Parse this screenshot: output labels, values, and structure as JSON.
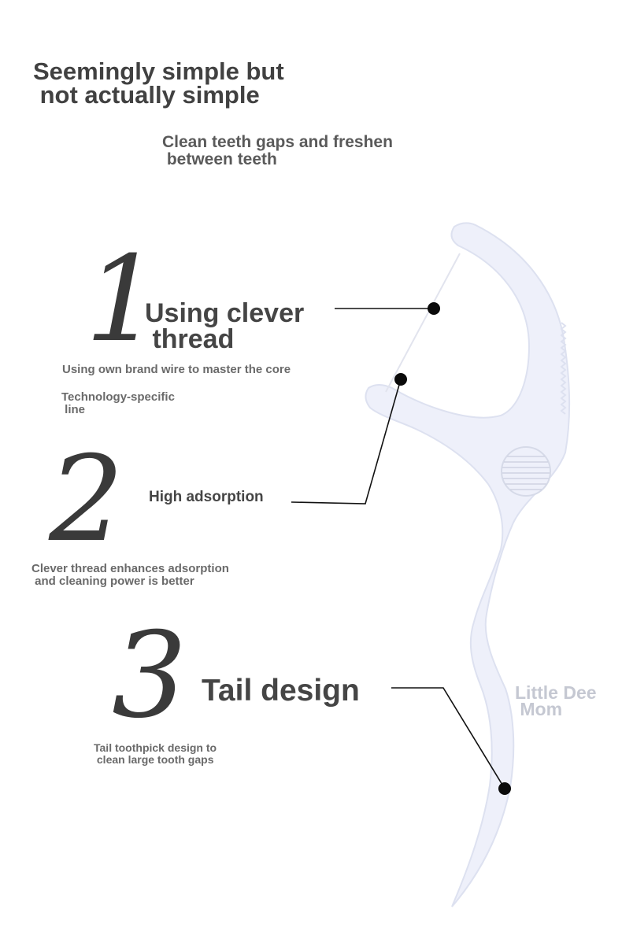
{
  "header": {
    "headline": "Seemingly simple but\n not actually simple",
    "subheadline": "Clean teeth gaps and freshen\n between teeth"
  },
  "features": [
    {
      "number": "1",
      "title": "Using clever\n thread",
      "notes": [
        "Using own brand wire to master the core",
        "Technology-specific\n line"
      ]
    },
    {
      "number": "2",
      "title": "High adsorption",
      "notes": [
        "Clever thread enhances adsorption\n and cleaning power is better"
      ]
    },
    {
      "number": "3",
      "title": "Tail design",
      "notes": [
        "Tail toothpick design to\n clean large tooth gaps"
      ]
    }
  ],
  "watermark": "Little Dee\n Mom",
  "colors": {
    "headline": "#414141",
    "body_text": "#6a6a6a",
    "product_fill": "#eef0fa",
    "product_edge": "#dde1f0",
    "callout_line": "#111111"
  }
}
